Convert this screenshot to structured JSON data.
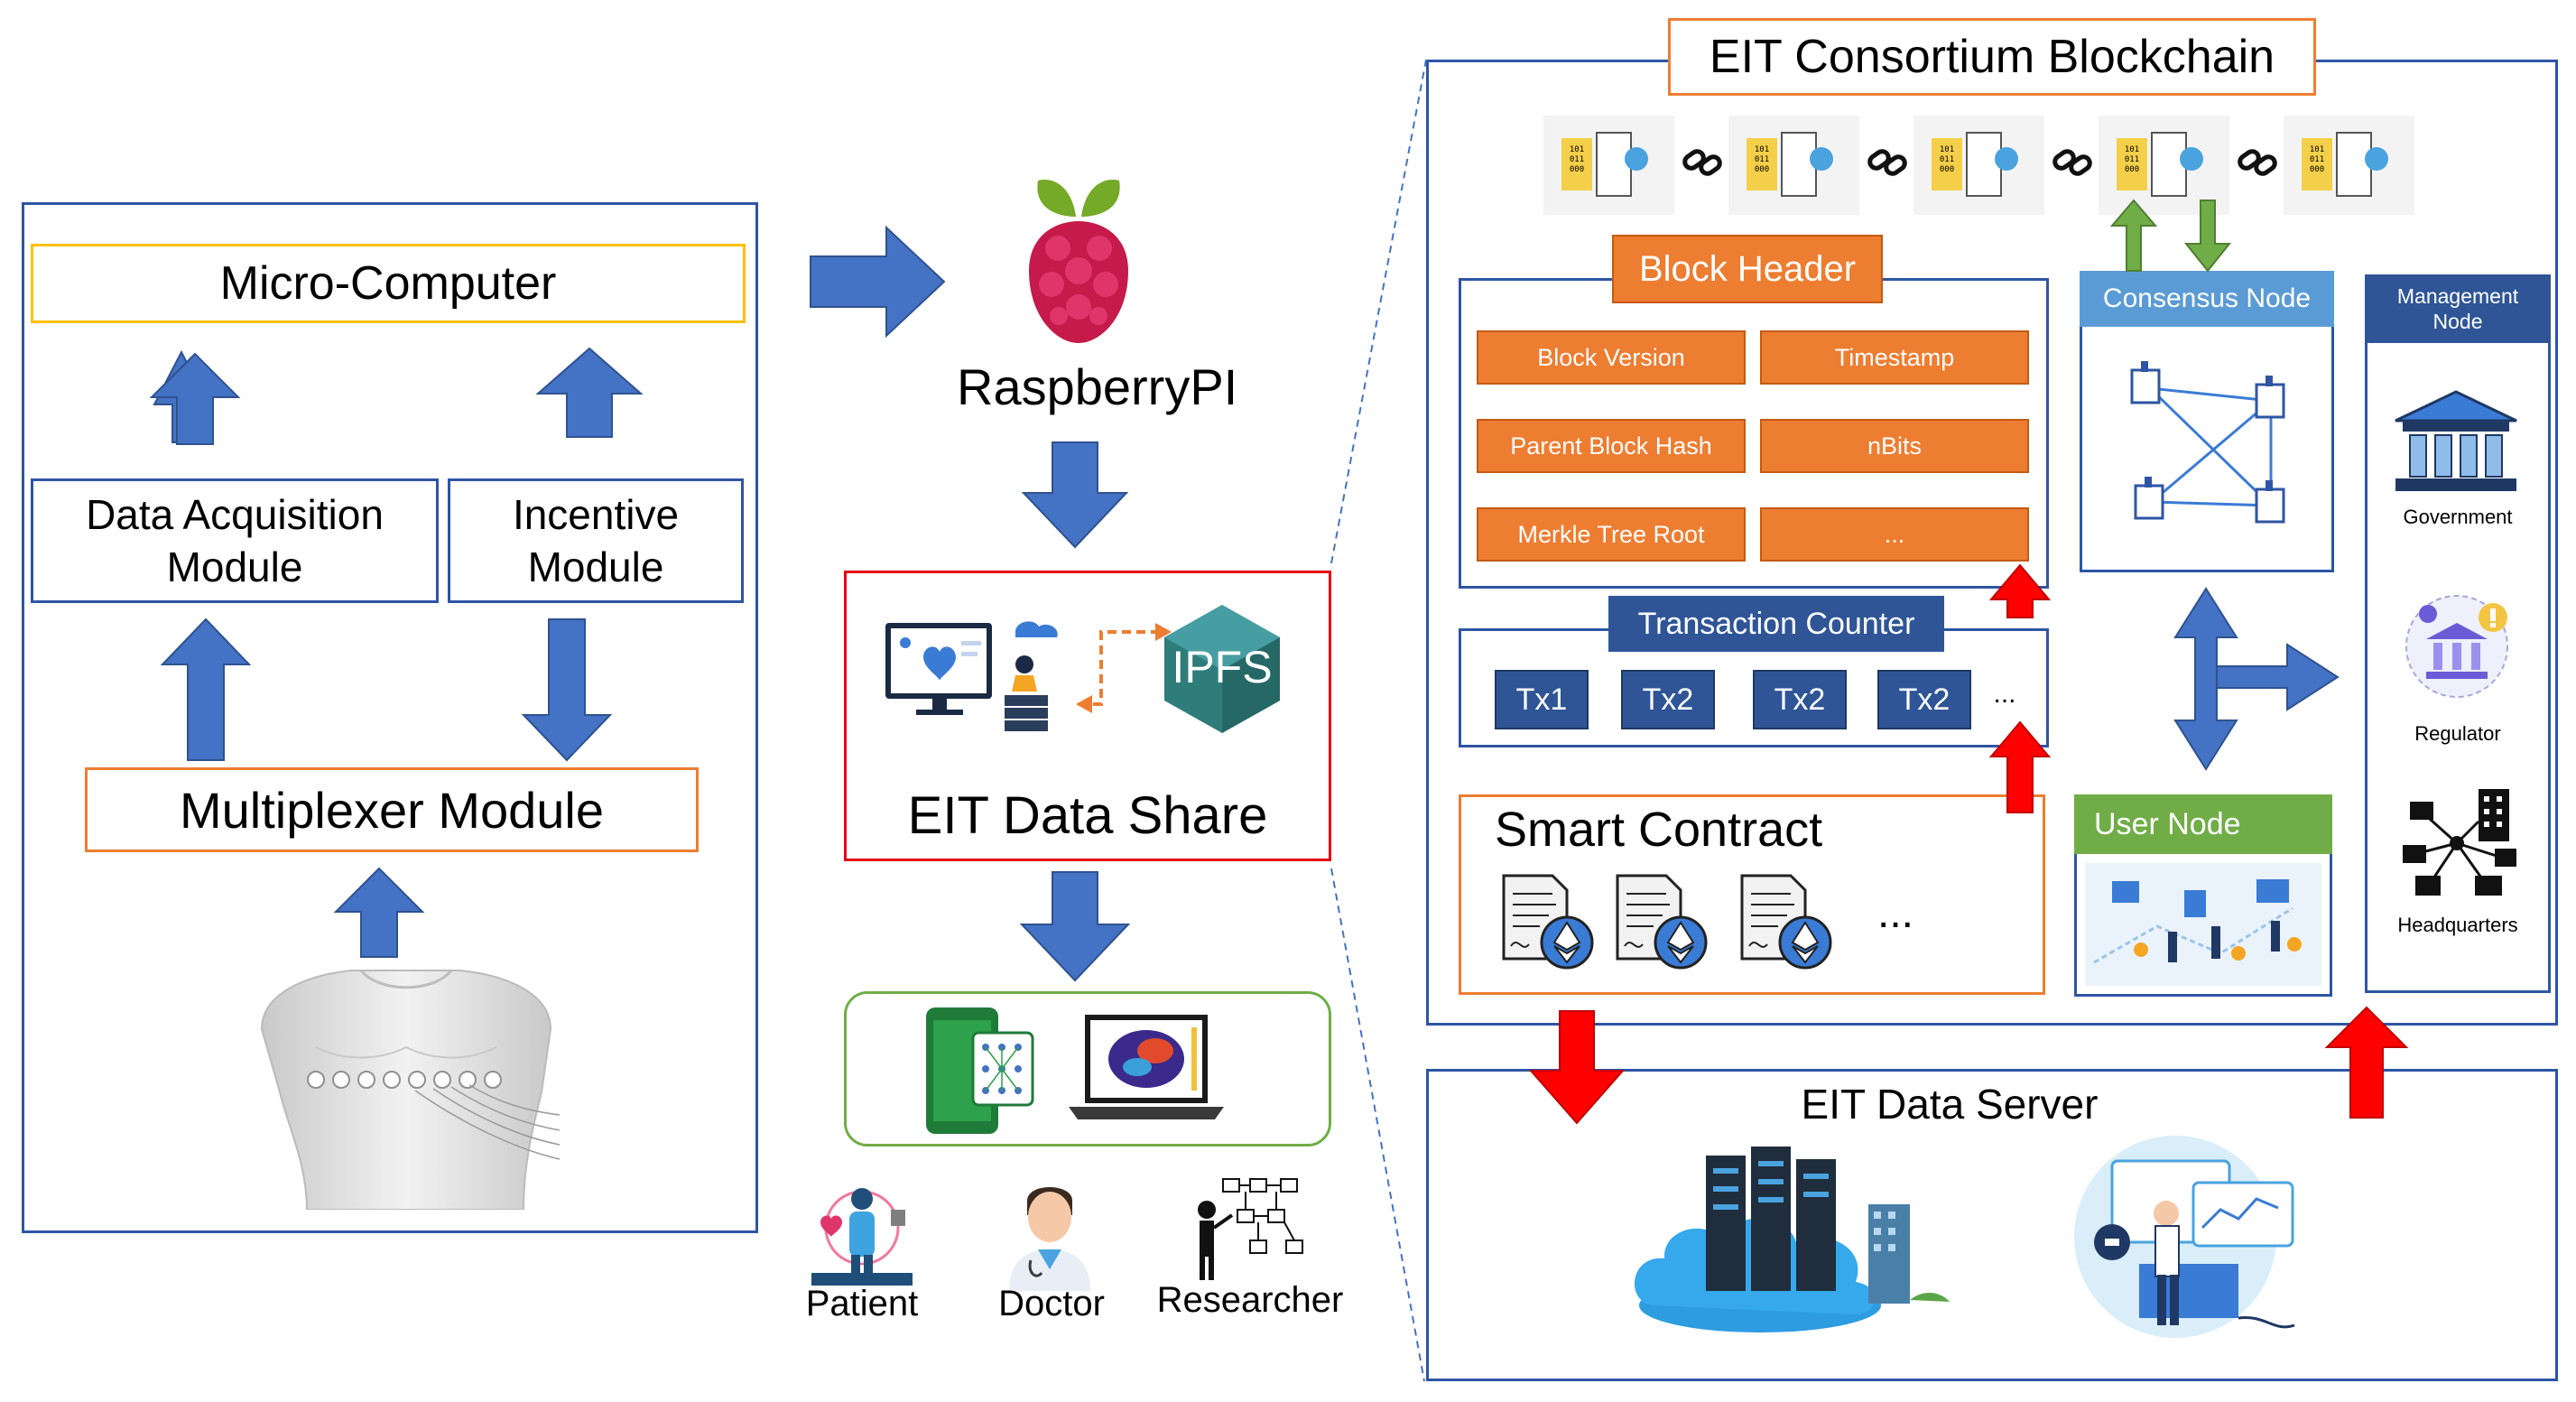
{
  "left_panel": {
    "micro_computer": "Micro-Computer",
    "data_acquisition": "Data Acquisition Module",
    "incentive": "Incentive Module",
    "multiplexer": "Multiplexer Module"
  },
  "middle": {
    "raspberry": "RaspberryPI",
    "ipfs": "IPFS",
    "data_share": "EIT Data Share",
    "roles": [
      "Patient",
      "Doctor",
      "Researcher"
    ]
  },
  "blockchain": {
    "title": "EIT Consortium Blockchain",
    "block_glyph": "101 011 000",
    "block_header": {
      "title": "Block Header",
      "fields": [
        "Block Version",
        "Timestamp",
        "Parent Block Hash",
        "nBits",
        "Merkle Tree Root",
        "..."
      ]
    },
    "transaction_counter": {
      "title": "Transaction Counter",
      "items": [
        "Tx1",
        "Tx2",
        "Tx2",
        "Tx2"
      ],
      "more": "..."
    },
    "smart_contract": {
      "title": "Smart Contract",
      "more": "..."
    },
    "consensus_node": "Consensus Node",
    "user_node": "User Node",
    "management_node": {
      "title": "Management Node",
      "members": [
        "Government",
        "Regulator",
        "Headquarters"
      ]
    }
  },
  "server": {
    "title": "EIT Data Server"
  },
  "colors": {
    "blue_arrow": "#4472c4",
    "red_arrow": "#ff0000",
    "green_arrow": "#70ad47",
    "orange": "#ed7d31",
    "navy_box": "#2f5597",
    "consensus_header": "#5b9bd5",
    "user_header": "#70ad47",
    "frame_blue": "#2e55a4"
  }
}
